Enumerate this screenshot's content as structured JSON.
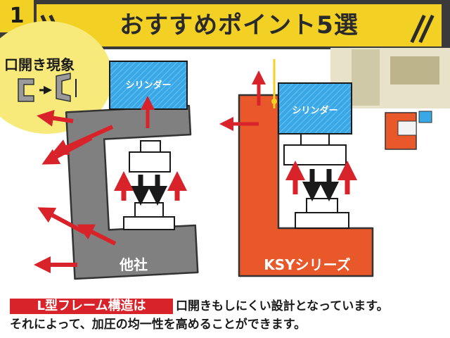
{
  "header": {
    "number": "1",
    "title": "おすすめポイント5選"
  },
  "bubble": {
    "title": "口開き現象"
  },
  "diagram_left": {
    "label": "他社",
    "cylinder_label": "シリンダー"
  },
  "diagram_right": {
    "label": "KSYシリーズ",
    "cylinder_label": "シリンダー"
  },
  "footer": {
    "highlight": "L型フレーム構造は",
    "line1_rest": "口開きもしにくい設計となっています。",
    "line2": "それによって、加圧の均一性を高めることができます。"
  },
  "colors": {
    "yellow": "#f2d024",
    "dark": "#3a3a3a",
    "gray_frame": "#808080",
    "orange_frame": "#e8582a",
    "cylinder_blue": "#3aa7e6",
    "arrow_red": "#d9232a"
  }
}
